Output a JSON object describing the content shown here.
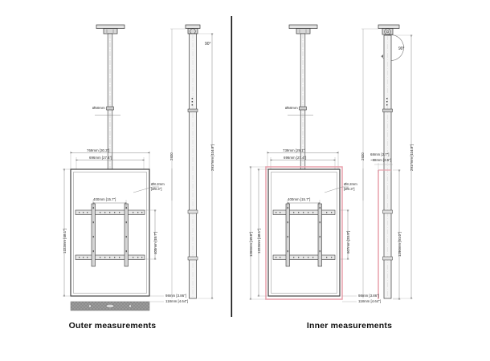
{
  "document": {
    "type": "technical-drawing",
    "description": "Ceiling mount display bracket dimensional drawing"
  },
  "captions": {
    "outer": "Outer measurements",
    "inner": "Inner measurements"
  },
  "left_panel": {
    "front_view": {
      "pole_diameter": "Ø50mm",
      "width_outer": "769mm [30.3\"]",
      "width_inner": "696mm [27.4\"]",
      "hole_diameter": "Ø8.2mm",
      "hole_diameter_inch": "[Ø0.3\"]",
      "vesa_width": "400mm [15.7\"]",
      "height_total": "1223mm [48.1\"]",
      "vesa_height": "400mm [15.7\"]",
      "depth_a": "98mm [3.86\"]",
      "depth_b": "118mm [4.64\"]"
    },
    "side_view": {
      "angle": "90°",
      "height_label": "2920",
      "height_dim": "2917mm [114.8\"]"
    }
  },
  "right_panel": {
    "front_view": {
      "pole_diameter": "Ø50mm",
      "width_outer": "739mm [29.1\"]",
      "width_inner": "696mm [27.4\"]",
      "hole_diameter": "Ø8.2mm",
      "hole_diameter_inch": "[Ø0.3\"]",
      "vesa_width": "400mm [15.7\"]",
      "height_outer": "1266mm [49.8\"]",
      "height_inner": "1223mm [48.1\"]",
      "vesa_height": "607mm [23.9\"]",
      "depth_a": "98mm [3.86\"]",
      "depth_b": "118mm [4.64\"]"
    },
    "side_view": {
      "angle": "90°",
      "height_label": "2920",
      "height_dim": "2917mm [114.8\"]",
      "offset_a": "68mm [2.7\"]",
      "offset_b": "~88mm [3.5\"]",
      "inner_height": "1296mm [51.0\"]"
    }
  },
  "colors": {
    "line": "#2b2b2b",
    "thin": "#8a8a8a",
    "accent": "#e8a0ac",
    "fill": "#f2f2f2",
    "dark": "#4a4a4a"
  }
}
